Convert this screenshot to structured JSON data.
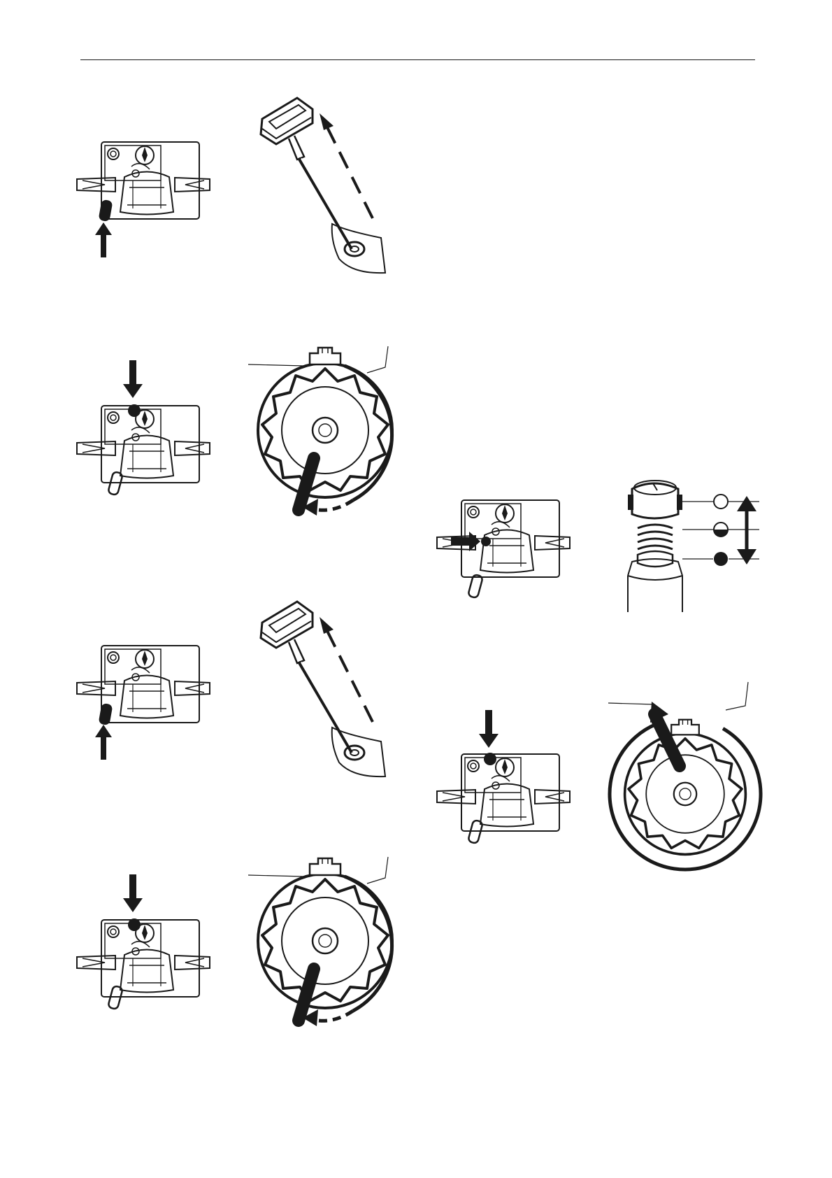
{
  "document": {
    "type": "manual-illustration-page",
    "ink_color": "#1a1a1a",
    "paper_color": "#ffffff"
  },
  "steps": [
    {
      "id": "step1",
      "carburetor_action": "choke-lever-pulled",
      "device_action": "starter-rope-pull",
      "arrow": "up"
    },
    {
      "id": "step2",
      "carburetor_action": "choke-button-pressed",
      "device_action": "dial-rotate-counterclockwise",
      "arrow": "down"
    },
    {
      "id": "step3",
      "carburetor_action": "choke-lever-pulled",
      "device_action": "starter-rope-pull",
      "arrow": "up"
    },
    {
      "id": "step4",
      "carburetor_action": "choke-button-pressed",
      "device_action": "dial-rotate-counterclockwise",
      "arrow": "down"
    },
    {
      "id": "step5",
      "carburetor_action": "primer-pushed",
      "device_action": "plunger-positions",
      "arrow": "right",
      "positions": [
        "open",
        "half",
        "closed"
      ]
    },
    {
      "id": "step6",
      "carburetor_action": "choke-button-pressed",
      "device_action": "dial-rotate-clockwise",
      "arrow": "down"
    }
  ]
}
